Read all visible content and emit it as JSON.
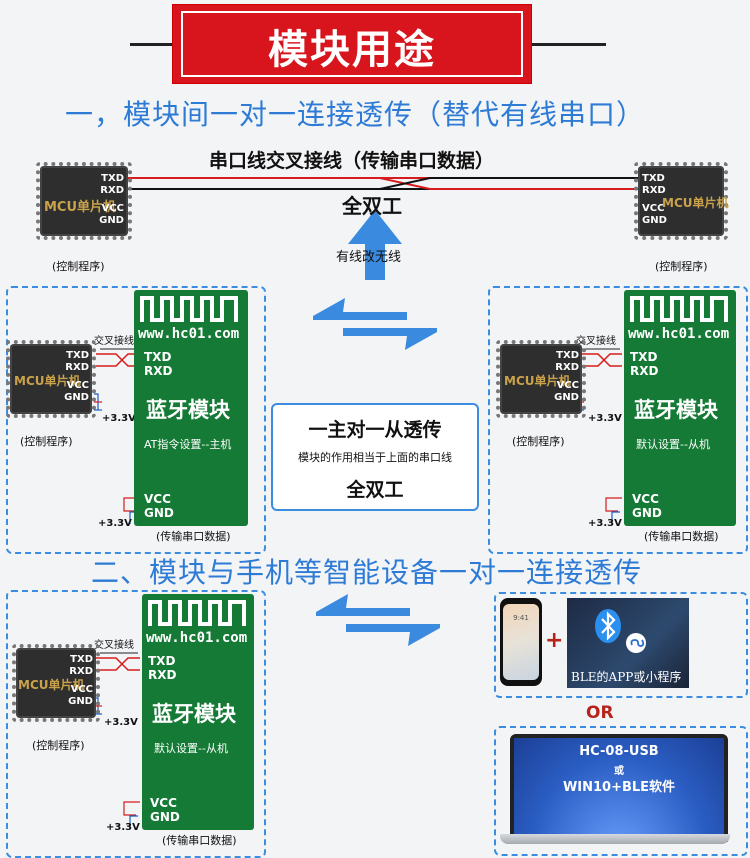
{
  "title": "模块用途",
  "section1": {
    "heading": "一，模块间一对一连接透传（替代有线串口）",
    "cable_label": "串口线交叉接线（传输串口数据）",
    "full_duplex": "全双工",
    "wired_to_wireless": "有线改无线",
    "mcu_left": {
      "name": "MCU单片机",
      "pins": [
        "TXD",
        "RXD",
        "VCC",
        "GND"
      ],
      "caption": "(控制程序)"
    },
    "mcu_right": {
      "name": "MCU单片机",
      "pins": [
        "TXD",
        "RXD",
        "VCC",
        "GND"
      ],
      "caption": "(控制程序)"
    },
    "left_module": {
      "cross_label": "交叉接线",
      "mcu_name": "MCU单片机",
      "mcu_pins": [
        "TXD",
        "RXD",
        "VCC",
        "GND"
      ],
      "mcu_caption": "(控制程序)",
      "url": "www.hc01.com",
      "pins_top": [
        "TXD",
        "RXD"
      ],
      "title": "蓝牙模块",
      "subtitle": "AT指令设置--主机",
      "pins_bottom": [
        "VCC",
        "GND"
      ],
      "power": "+3.3V",
      "power2": "+3.3V",
      "caption": "(传输串口数据)"
    },
    "right_module": {
      "cross_label": "交叉接线",
      "mcu_name": "MCU单片机",
      "mcu_pins": [
        "TXD",
        "RXD",
        "VCC",
        "GND"
      ],
      "mcu_caption": "(控制程序)",
      "url": "www.hc01.com",
      "pins_top": [
        "TXD",
        "RXD"
      ],
      "title": "蓝牙模块",
      "subtitle": "默认设置--从机",
      "pins_bottom": [
        "VCC",
        "GND"
      ],
      "power": "+3.3V",
      "power2": "+3.3V",
      "caption": "(传输串口数据)"
    },
    "center_box": {
      "line1": "一主对一从透传",
      "line2": "模块的作用相当于上面的串口线",
      "line3": "全双工"
    }
  },
  "section2": {
    "heading": "二、模块与手机等智能设备一对一连接透传",
    "module": {
      "cross_label": "交叉接线",
      "mcu_name": "MCU单片机",
      "mcu_pins": [
        "TXD",
        "RXD",
        "VCC",
        "GND"
      ],
      "mcu_caption": "(控制程序)",
      "url": "www.hc01.com",
      "pins_top": [
        "TXD",
        "RXD"
      ],
      "title": "蓝牙模块",
      "subtitle": "默认设置--从机",
      "pins_bottom": [
        "VCC",
        "GND"
      ],
      "power": "+3.3V",
      "power2": "+3.3V",
      "caption": "(传输串口数据)"
    },
    "phone": {
      "plus": "+",
      "app_label": "BLE的APP或小程序",
      "time": "9:41"
    },
    "or_label": "OR",
    "laptop": {
      "line1": "HC-08-USB",
      "line2": "或",
      "line3": "WIN10+BLE软件"
    }
  },
  "colors": {
    "accent_red": "#d8141d",
    "accent_blue": "#2e7bd6",
    "module_green": "#157a35",
    "chip_gold": "#c9a24b"
  }
}
